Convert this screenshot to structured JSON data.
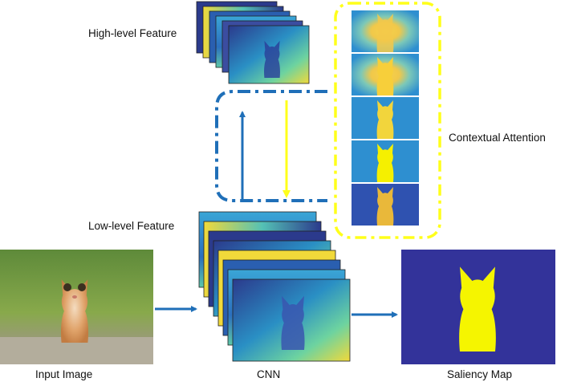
{
  "labels": {
    "high_level": "High-level Feature",
    "low_level": "Low-level Feature",
    "contextual_attention": "Contextual Attention",
    "input_image": "Input Image",
    "cnn": "CNN",
    "saliency_map": "Saliency Map"
  },
  "colors": {
    "flow_arrow": "#1f6fb8",
    "attention_frame": "#ffff1a",
    "feature_dark": "#2b3a8c",
    "feature_mid": "#2a8fc4",
    "feature_light": "#6dd3a0",
    "feature_bright": "#f1d93a",
    "saliency_background": "#33339a",
    "saliency_foreground": "#f5f500",
    "attention_background": "#2e8fd0",
    "attention_foreground": "#f2c53a"
  },
  "icons": {
    "input_photo": "kitten-photo",
    "saliency_output": "cat-silhouette-map",
    "feature_stack": "feature-map-stack",
    "attention_stack": "attention-map-stack"
  }
}
